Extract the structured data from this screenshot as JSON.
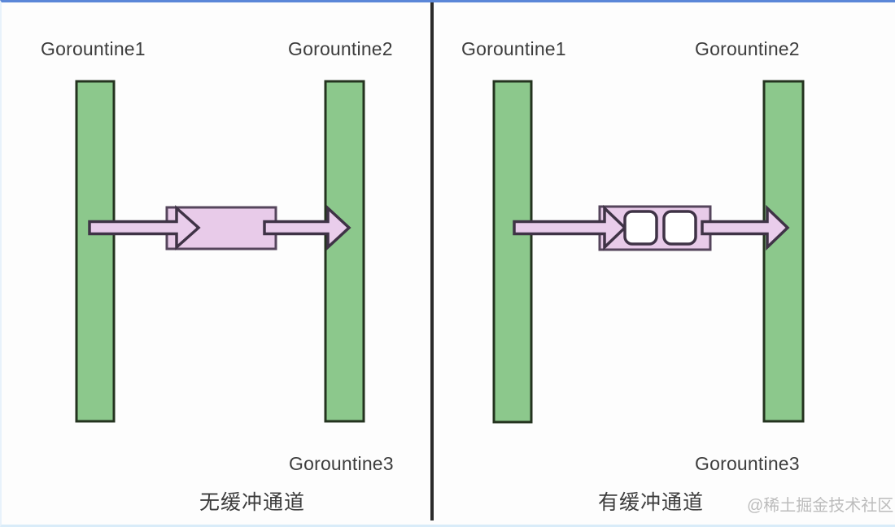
{
  "colors": {
    "background": "#fdfdfd",
    "top_border": "#5b87d8",
    "bottom_border": "#d9ecf9",
    "edge_tint": "#e8f2fb",
    "bar_fill": "#8cc88c",
    "bar_stroke": "#24331f",
    "channel_fill": "#e8cbe9",
    "channel_stroke": "#55455c",
    "arrow_fill": "#e9cdeb",
    "arrow_stroke": "#3f3346",
    "slot_fill": "#ffffff",
    "slot_stroke": "#3f3346",
    "divider": "#2b2b2b",
    "label_text": "#3d3d3d",
    "watermark_text": "#bcbcbc"
  },
  "left_panel": {
    "caption": "无缓冲通道",
    "goroutine1_label": "Gorountine1",
    "goroutine2_label": "Gorountine2",
    "goroutine3_label": "Gorountine3"
  },
  "right_panel": {
    "caption": "有缓冲通道",
    "goroutine1_label": "Gorountine1",
    "goroutine2_label": "Gorountine2",
    "goroutine3_label": "Gorountine3",
    "buffer_slots": 2
  },
  "watermark": "@稀土掘金技术社区"
}
